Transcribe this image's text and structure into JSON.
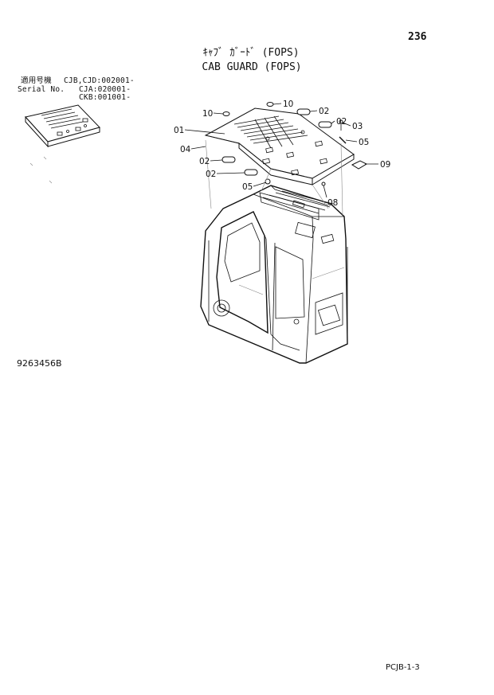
{
  "header": {
    "page_number": "236",
    "title_jp": "ｷｬﾌﾞ ｶﾞｰﾄﾞ (FOPS)",
    "title_en": "CAB GUARD (FOPS)"
  },
  "serial": {
    "label_jp": "適用号機",
    "label_en": "Serial No.",
    "lines": [
      "CJB,CJD:002001-",
      "CJA:020001-",
      "CKB:001001-"
    ]
  },
  "callouts": [
    "10",
    "10",
    "02",
    "02",
    "03",
    "05",
    "01",
    "04",
    "02",
    "02",
    "05",
    "09",
    "08"
  ],
  "footer": {
    "drawing_number": "9263456B",
    "page_code": "PCJB-1-3"
  }
}
